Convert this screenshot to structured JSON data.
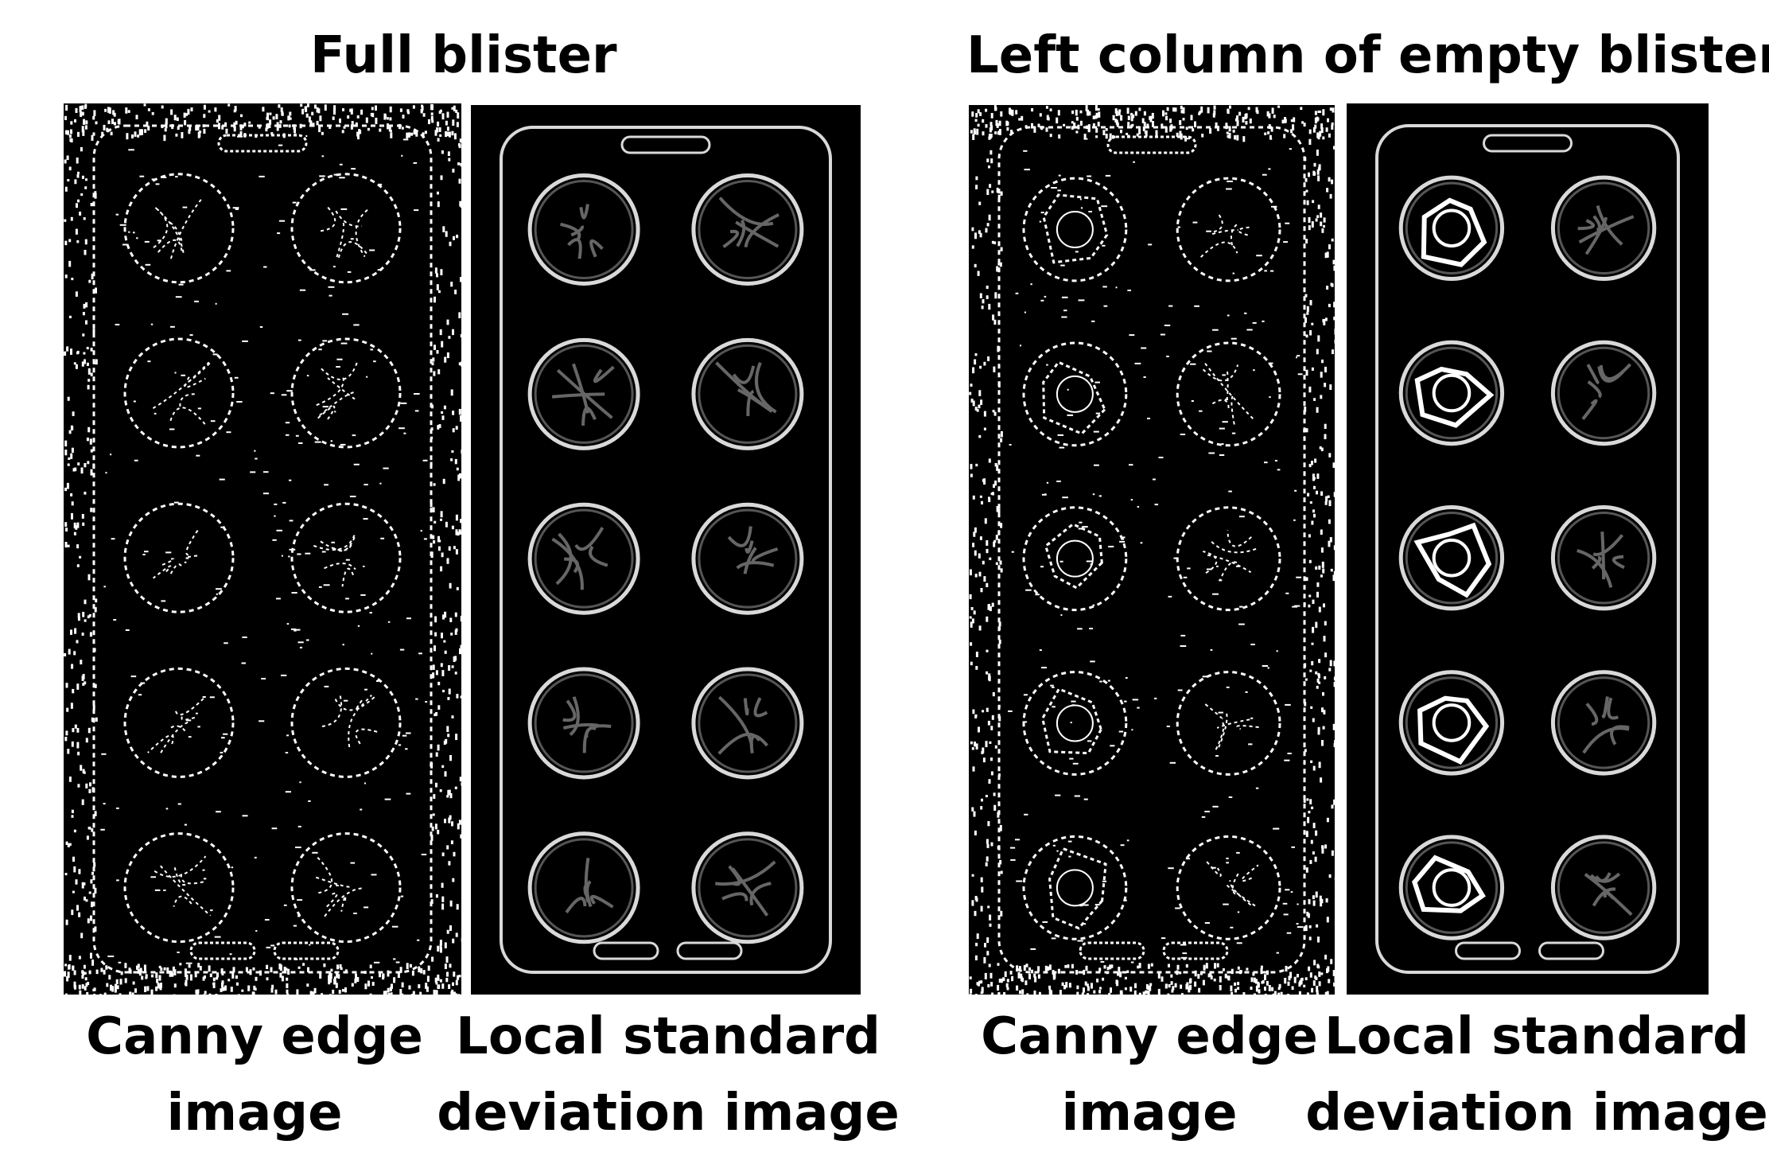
{
  "groups": [
    {
      "heading": "Full blister",
      "panels": [
        {
          "caption": "Canny edge\nimage",
          "style": "canny",
          "pills_empty": [
            false,
            false,
            false,
            false,
            false,
            false,
            false,
            false,
            false,
            false
          ]
        },
        {
          "caption": "Local standard\ndeviation image",
          "style": "stddev",
          "pills_empty": [
            false,
            false,
            false,
            false,
            false,
            false,
            false,
            false,
            false,
            false
          ]
        }
      ]
    },
    {
      "heading": "Left column of empty blister",
      "panels": [
        {
          "caption": "Canny edge\nimage",
          "style": "canny",
          "pills_empty": [
            true,
            false,
            true,
            false,
            true,
            false,
            true,
            false,
            true,
            false
          ]
        },
        {
          "caption": "Local standard\ndeviation image",
          "style": "stddev",
          "pills_empty": [
            true,
            false,
            true,
            false,
            true,
            false,
            true,
            false,
            true,
            false
          ]
        }
      ]
    }
  ],
  "colors": {
    "background": "#ffffff",
    "panel": "#000000",
    "edge": "#ffffff",
    "ring": "#d9d9d9"
  }
}
